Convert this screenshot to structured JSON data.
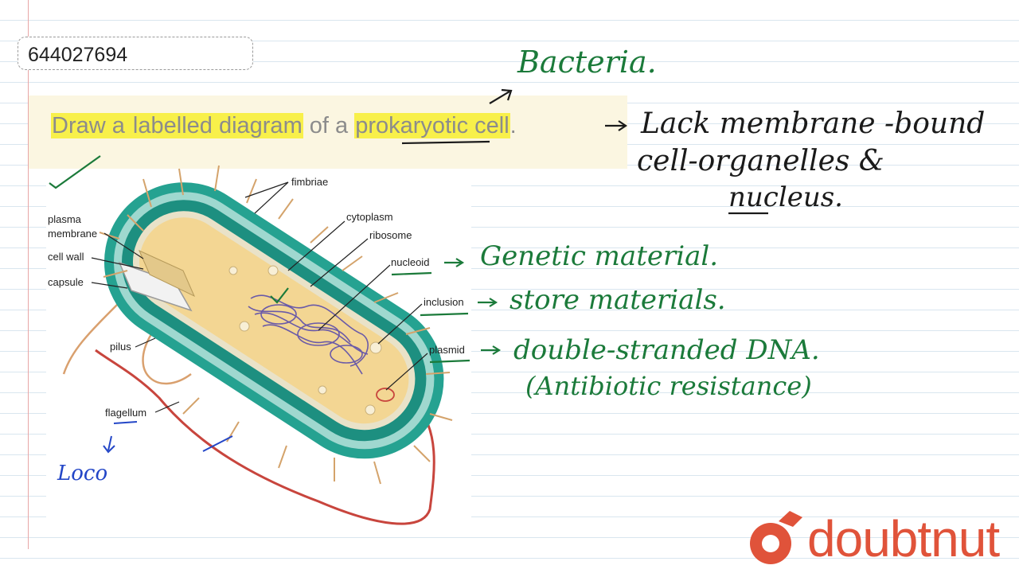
{
  "question_id": "644027694",
  "question": {
    "p1": "Draw a ",
    "p2": "labelled diagram",
    "p3": " of a ",
    "p4": "prokaryotic cell",
    "p5": "."
  },
  "diagram_labels": {
    "fimbriae": "fimbriae",
    "cytoplasm": "cytoplasm",
    "ribosome": "ribosome",
    "nucleoid": "nucleoid",
    "inclusion": "inclusion",
    "plasmid": "plasmid",
    "plasma_membrane_1": "plasma",
    "plasma_membrane_2": "membrane",
    "cell_wall": "cell wall",
    "capsule": "capsule",
    "pilus": "pilus",
    "flagellum": "flagellum"
  },
  "annotations": {
    "bacteria": "Bacteria.",
    "lack_line1": "Lack membrane -bound",
    "lack_line2": "cell-organelles &",
    "lack_line3": "nucleus.",
    "nucleoid_note": "Genetic material.",
    "inclusion_note": "store materials.",
    "plasmid_note1": "double-stranded DNA.",
    "plasmid_note2": "(Antibiotic resistance)",
    "loco": "Loco"
  },
  "brand": {
    "name": "doubtnut",
    "color": "#e0533a"
  },
  "colors": {
    "ink_green": "#1b7a3a",
    "highlight": "#f8f04a",
    "capsule_teal": "#2aa89a",
    "cytoplasm": "#f1d59a"
  }
}
